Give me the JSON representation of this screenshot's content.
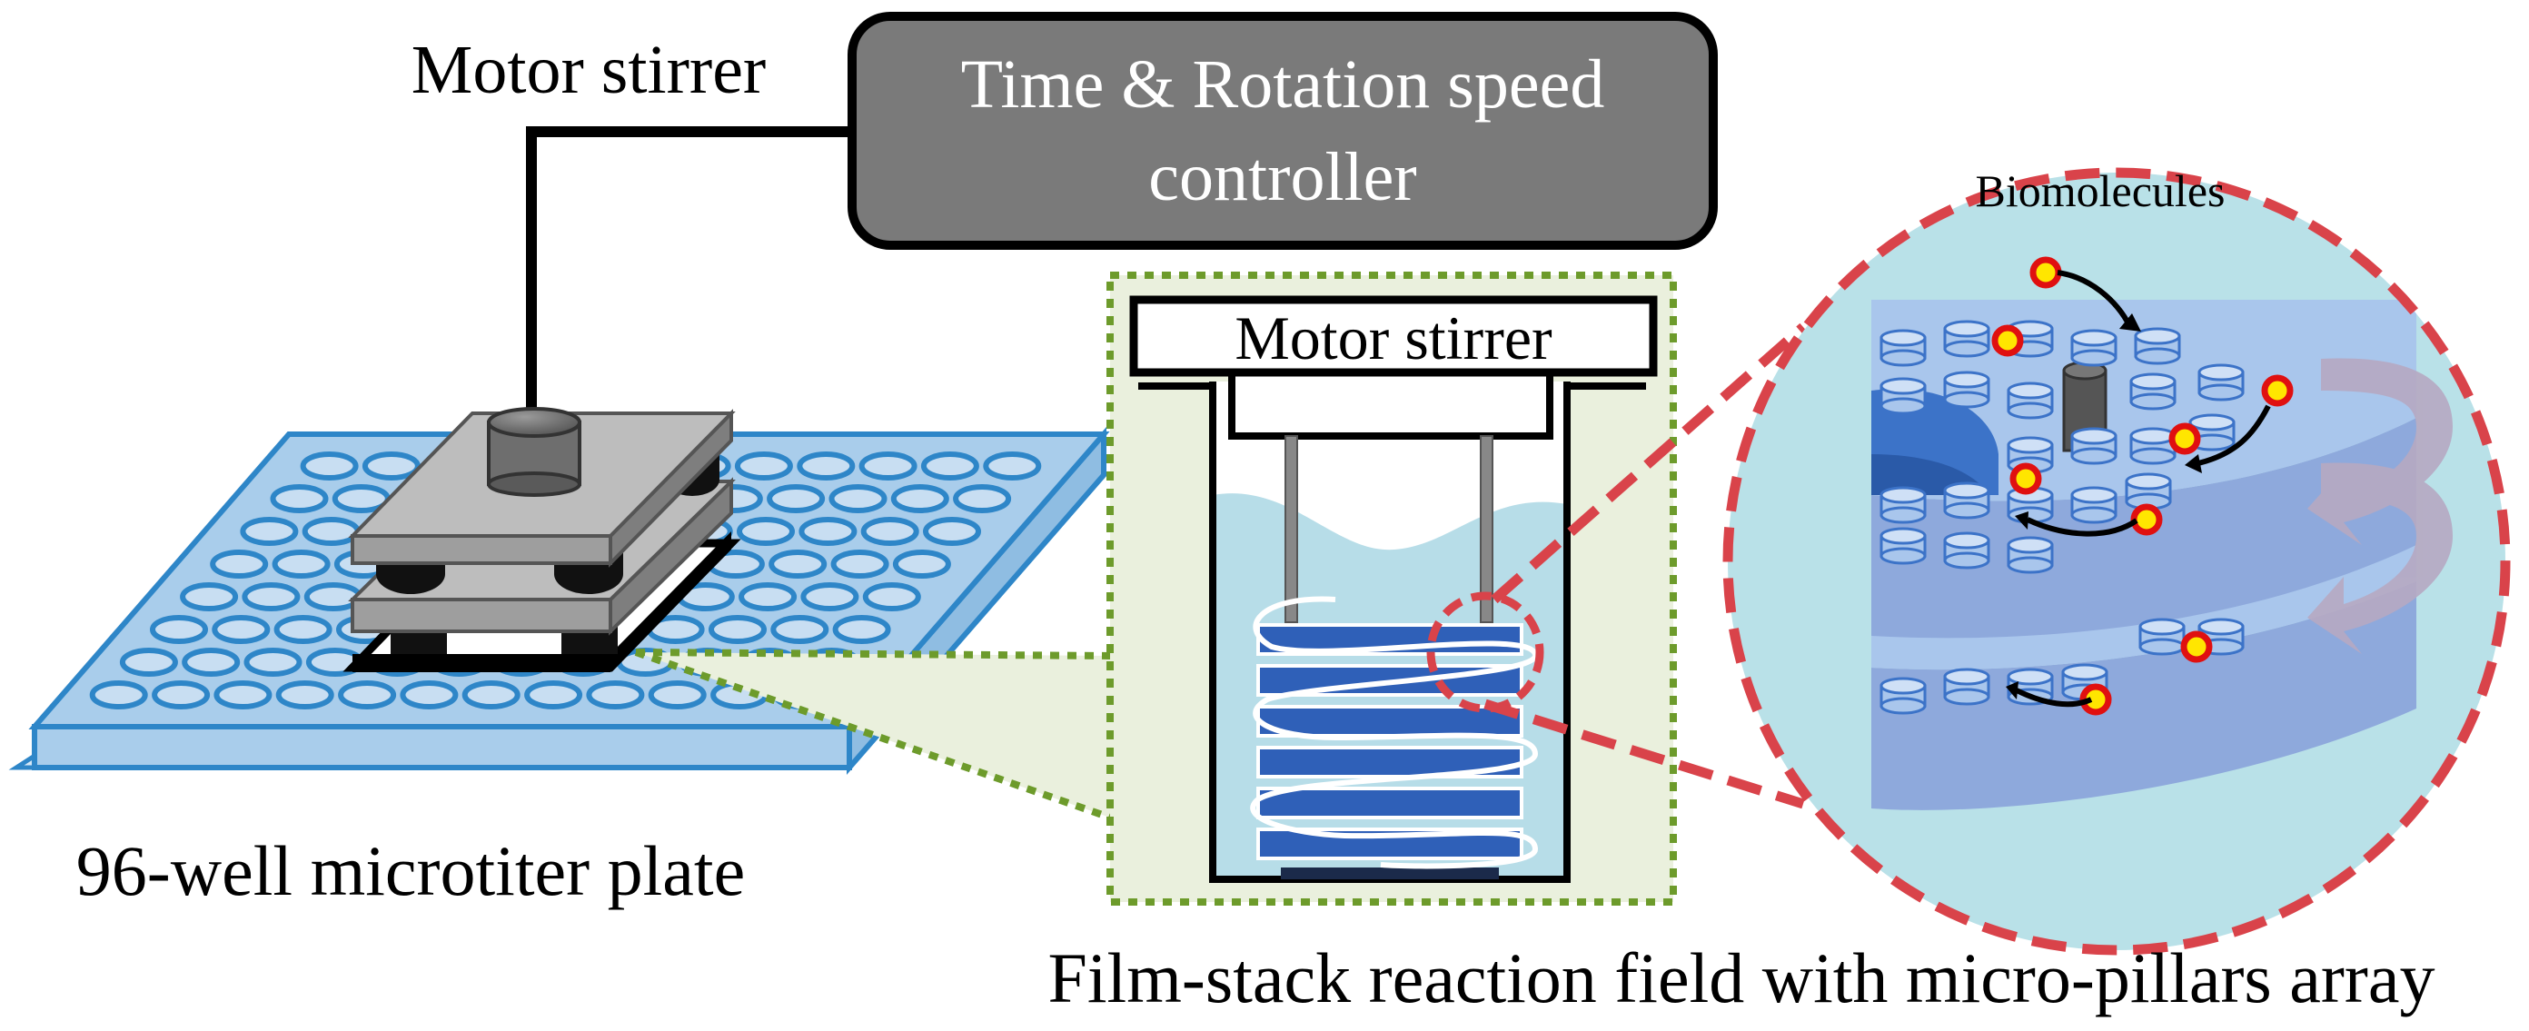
{
  "labels": {
    "motor_stirrer_top": "Motor stirrer",
    "controller_line1": "Time & Rotation speed",
    "controller_line2": "controller",
    "motor_stirrer_inset": "Motor stirrer",
    "biomolecules": "Biomolecules",
    "plate": "96-well microtiter plate",
    "caption": "Film-stack reaction field with micro-pillars array"
  },
  "colors": {
    "plate_blue": "#2e86c8",
    "plate_top": "#a9cdeb",
    "well_fill": "#c8def2",
    "controller_gray": "#7a7a7a",
    "stirrer_gray": "#a8a8a8",
    "callout_green": "#6d9b2b",
    "inset_bg": "#eaf0dd",
    "liquid": "#b7dde8",
    "film_blue": "#2f60b8",
    "zoom_red": "#d9434a",
    "zoom_bg": "#b9e1e8",
    "pillar_blue": "#a9c6ec",
    "molecule_red": "#e01010",
    "molecule_yellow": "#ffe600",
    "rotation_arrow": "#b6a9c2"
  }
}
